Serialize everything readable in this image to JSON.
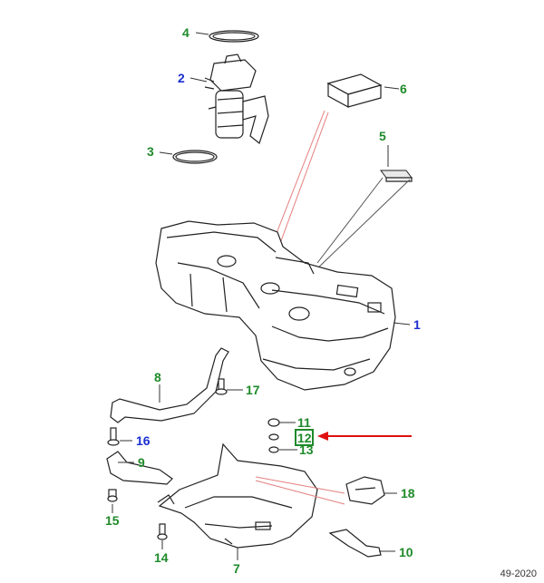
{
  "callouts": {
    "c1": "1",
    "c2": "2",
    "c3": "3",
    "c4": "4",
    "c5": "5",
    "c6": "6",
    "c7": "7",
    "c8": "8",
    "c9": "9",
    "c10": "10",
    "c11": "11",
    "c12": "12",
    "c13": "13",
    "c14": "14",
    "c15": "15",
    "c16": "16",
    "c17": "17",
    "c18": "18"
  },
  "colors": {
    "green": "#1f8a2a",
    "blue": "#1a2fd0",
    "arrow": "#e01010",
    "highlight_box": "#1f8a2a"
  },
  "footer": {
    "code": "49-2020"
  }
}
